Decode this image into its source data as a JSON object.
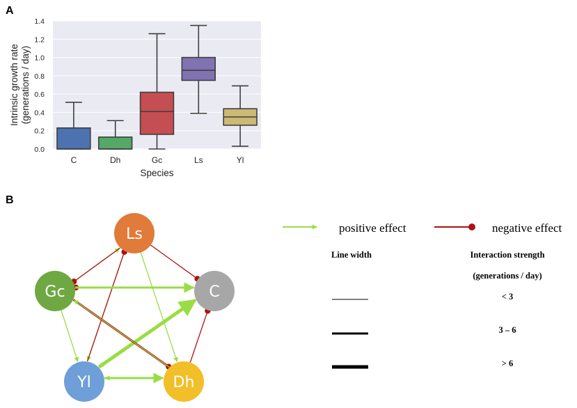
{
  "panels": {
    "a_label": "A",
    "b_label": "B"
  },
  "chart_data": {
    "type": "box",
    "xlabel": "Species",
    "ylabel_line1": "Intrinsic growth rate",
    "ylabel_line2": "(generations / day)",
    "ylim": [
      0,
      1.4
    ],
    "yticks": [
      "0.0",
      "0.2",
      "0.4",
      "0.6",
      "0.8",
      "1.0",
      "1.2",
      "1.4"
    ],
    "grid": true,
    "categories": [
      "C",
      "Dh",
      "Gc",
      "Ls",
      "Yl"
    ],
    "boxes": [
      {
        "category": "C",
        "whisker_low": 0.0,
        "q1": 0.0,
        "median": 0.0,
        "q3": 0.23,
        "whisker_high": 0.51,
        "color": "#4c72b0"
      },
      {
        "category": "Dh",
        "whisker_low": 0.0,
        "q1": 0.0,
        "median": 0.0,
        "q3": 0.13,
        "whisker_high": 0.31,
        "color": "#55a868"
      },
      {
        "category": "Gc",
        "whisker_low": 0.0,
        "q1": 0.16,
        "median": 0.41,
        "q3": 0.62,
        "whisker_high": 1.26,
        "color": "#c44e52"
      },
      {
        "category": "Ls",
        "whisker_low": 0.39,
        "q1": 0.75,
        "median": 0.86,
        "q3": 1.0,
        "whisker_high": 1.35,
        "color": "#8172b2"
      },
      {
        "category": "Yl",
        "whisker_low": 0.03,
        "q1": 0.26,
        "median": 0.35,
        "q3": 0.44,
        "whisker_high": 0.69,
        "color": "#ccb974"
      }
    ]
  },
  "network": {
    "nodes": [
      {
        "id": "Ls",
        "label": "Ls",
        "color": "#e07b39"
      },
      {
        "id": "Gc",
        "label": "Gc",
        "color": "#6fa843"
      },
      {
        "id": "C",
        "label": "C",
        "color": "#a7a7a7"
      },
      {
        "id": "Yl",
        "label": "Yl",
        "color": "#6f9fd8"
      },
      {
        "id": "Dh",
        "label": "Dh",
        "color": "#f1bf27"
      }
    ],
    "edges": [
      {
        "from": "Gc",
        "to": "Ls",
        "type": "positive",
        "strength": "< 3"
      },
      {
        "from": "Ls",
        "to": "Gc",
        "type": "negative",
        "strength": "< 3"
      },
      {
        "from": "Ls",
        "to": "C",
        "type": "negative",
        "strength": "< 3"
      },
      {
        "from": "Ls",
        "to": "Yl",
        "type": "positive",
        "strength": "< 3"
      },
      {
        "from": "Ls",
        "to": "Dh",
        "type": "positive",
        "strength": "< 3"
      },
      {
        "from": "Yl",
        "to": "Ls",
        "type": "negative",
        "strength": "< 3"
      },
      {
        "from": "C",
        "to": "Gc",
        "type": "negative",
        "strength": "< 3"
      },
      {
        "from": "Gc",
        "to": "C",
        "type": "positive",
        "strength": "3 – 6"
      },
      {
        "from": "C",
        "to": "Yl",
        "type": "positive",
        "strength": "< 3"
      },
      {
        "from": "Yl",
        "to": "C",
        "type": "positive",
        "strength": "> 6"
      },
      {
        "from": "Dh",
        "to": "C",
        "type": "negative",
        "strength": "< 3"
      },
      {
        "from": "Gc",
        "to": "Dh",
        "type": "negative",
        "strength": "3 – 6"
      },
      {
        "from": "Dh",
        "to": "Gc",
        "type": "positive",
        "strength": "< 3"
      },
      {
        "from": "Gc",
        "to": "Yl",
        "type": "positive",
        "strength": "< 3"
      },
      {
        "from": "Yl",
        "to": "Dh",
        "type": "positive",
        "strength": "3 – 6"
      },
      {
        "from": "Dh",
        "to": "Yl",
        "type": "positive",
        "strength": "< 3"
      }
    ],
    "colors": {
      "positive": "#99dd44",
      "negative": "#b01010"
    }
  },
  "legend": {
    "positive_label": "positive effect",
    "negative_label": "negative effect",
    "line_width_header": "Line width",
    "strength_header_1": "Interaction strength",
    "strength_header_2": "(generations / day)",
    "rows": [
      {
        "label": "< 3"
      },
      {
        "label": "3 – 6"
      },
      {
        "label": "> 6"
      }
    ]
  }
}
